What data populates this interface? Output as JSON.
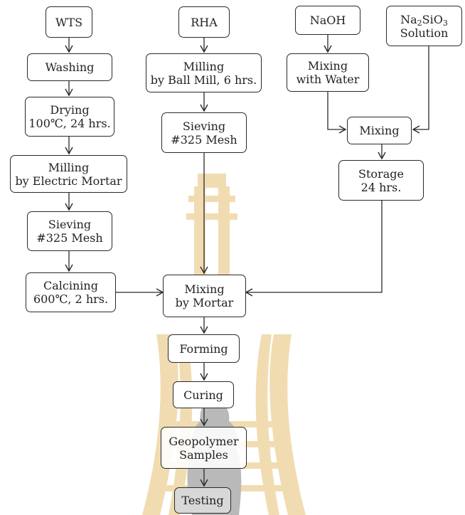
{
  "flowchart": {
    "wts": "WTS",
    "washing": "Washing",
    "drying": [
      "Drying",
      "100℃, 24 hrs."
    ],
    "milling_mortar": [
      "Milling",
      "by Electric Mortar"
    ],
    "sieving_left": [
      "Sieving",
      "#325 Mesh"
    ],
    "calcining": [
      "Calcining",
      "600℃, 2 hrs."
    ],
    "rha": "RHA",
    "milling_ball": [
      "Milling",
      "by Ball Mill, 6 hrs."
    ],
    "sieving_mid": [
      "Sieving",
      "#325 Mesh"
    ],
    "naoh": "NaOH",
    "mixing_water": [
      "Mixing",
      "with Water"
    ],
    "na2sio3": {
      "na": "Na",
      "sub1": "2",
      "sio": "SiO",
      "sub2": "3",
      "line2": "Solution"
    },
    "mixing": "Mixing",
    "storage": [
      "Storage",
      "24 hrs."
    ],
    "mixing_mortar": [
      "Mixing",
      "by Mortar"
    ],
    "forming": "Forming",
    "curing": "Curing",
    "geopolymer": [
      "Geopolymer",
      "Samples"
    ],
    "testing": "Testing"
  },
  "colors": {
    "watermark_gold": "#f1dcb2",
    "watermark_figure": "#b9b9b9",
    "line": "#2a2a2a"
  }
}
